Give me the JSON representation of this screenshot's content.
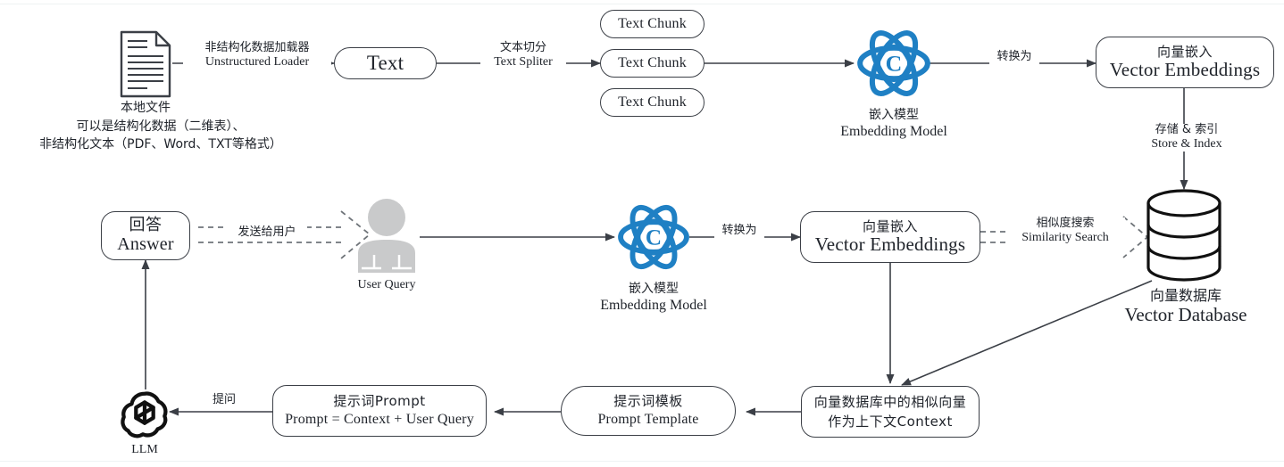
{
  "diagram": {
    "title": "RAG Retrieval Augmented Generation Flow",
    "colors": {
      "stroke": "#3b3f46",
      "text": "#20242b",
      "embedding_icon": "#1f80c4",
      "user_icon": "#c9cacb",
      "llm_icon": "#111111",
      "edge_strip": "#eef2f3"
    }
  },
  "nodes": {
    "local_file": {
      "icon": "document-icon",
      "caption_cn": "本地文件",
      "desc_line1": "可以是结构化数据（二维表）、",
      "desc_line2": "非结构化文本（PDF、Word、TXT等格式）"
    },
    "text": {
      "label": "Text"
    },
    "text_chunk_1": {
      "label": "Text Chunk"
    },
    "text_chunk_2": {
      "label": "Text Chunk"
    },
    "text_chunk_3": {
      "label": "Text Chunk"
    },
    "embedding_model_top": {
      "icon": "atom-embedding-icon",
      "caption_cn": "嵌入模型",
      "caption_en": "Embedding Model"
    },
    "vector_embeddings_top": {
      "title_cn": "向量嵌入",
      "title_en": "Vector Embeddings"
    },
    "vector_database": {
      "icon": "database-cylinder-icon",
      "caption_cn": "向量数据库",
      "caption_en": "Vector Database"
    },
    "answer": {
      "title_cn": "回答",
      "title_en": "Answer"
    },
    "user": {
      "icon": "user-icon",
      "caption_en": "User Query"
    },
    "embedding_model_bottom": {
      "icon": "atom-embedding-icon",
      "caption_cn": "嵌入模型",
      "caption_en": "Embedding Model"
    },
    "vector_embeddings_bottom": {
      "title_cn": "向量嵌入",
      "title_en": "Vector Embeddings"
    },
    "similar_vectors_context": {
      "line1_cn": "向量数据库中的相似向量",
      "line2_cn": "作为上下文Context"
    },
    "prompt_template": {
      "title_cn": "提示词模板",
      "title_en": "Prompt Template"
    },
    "prompt": {
      "title_cn": "提示词Prompt",
      "formula_en": "Prompt = Context + User Query"
    },
    "llm": {
      "icon": "openai-llm-icon",
      "caption_en": "LLM"
    }
  },
  "edges": {
    "unstructured_loader": {
      "cn": "非结构化数据加载器",
      "en": "Unstructured Loader"
    },
    "text_splitter": {
      "cn": "文本切分",
      "en": "Text Spliter"
    },
    "convert_to_top": {
      "cn": "转换为"
    },
    "store_index": {
      "cn": "存储 & 索引",
      "en": "Store & Index"
    },
    "send_to_user": {
      "cn": "发送给用户"
    },
    "convert_to_bottom": {
      "cn": "转换为"
    },
    "similarity_search": {
      "cn": "相似度搜索",
      "en": "Similarity Search"
    },
    "ask": {
      "cn": "提问"
    }
  }
}
